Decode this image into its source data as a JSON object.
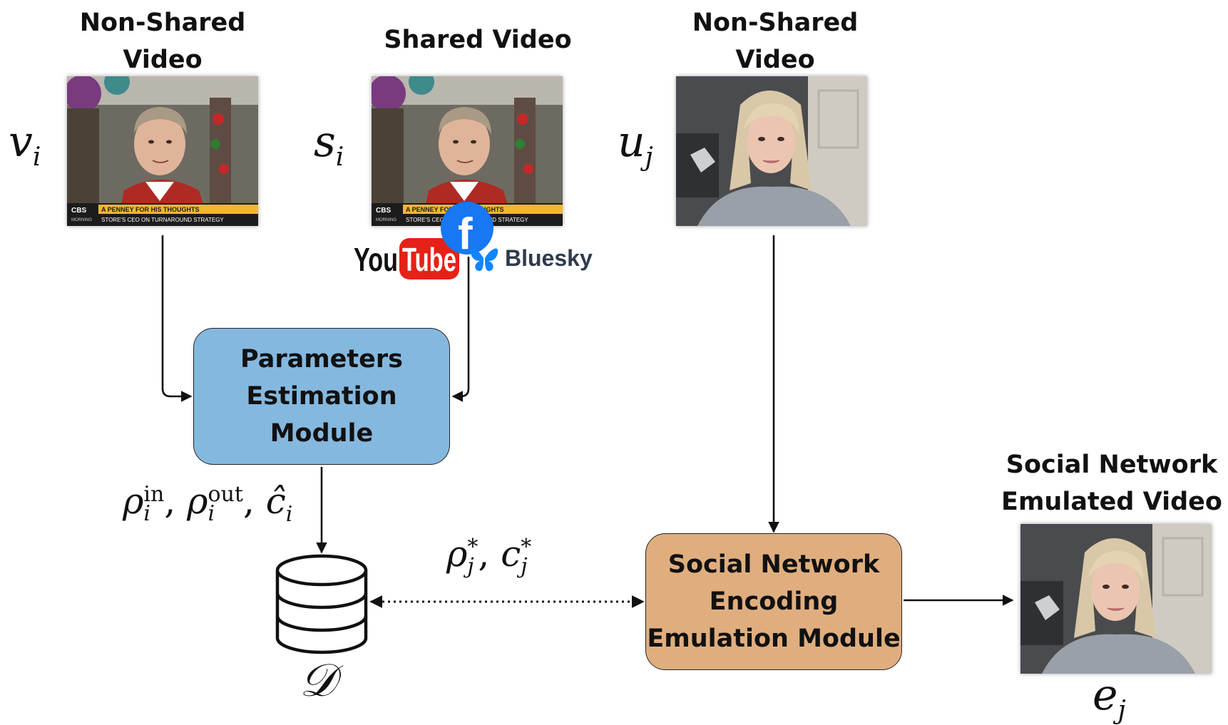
{
  "labels": {
    "left_title_1": "Non-Shared",
    "left_title_2": "Video",
    "mid_title": "Shared Video",
    "right_title_1": "Non-Shared",
    "right_title_2": "Video",
    "out_title_1": "Social Network",
    "out_title_2": "Emulated Video"
  },
  "symbols": {
    "v": "v",
    "v_sub": "i",
    "s": "s",
    "s_sub": "i",
    "u": "u",
    "u_sub": "j",
    "e": "e",
    "e_sub": "j",
    "db": "𝒟",
    "params_rho": "ρ",
    "params_i": "i",
    "params_in": "in",
    "params_out": "out",
    "params_c": "ĉ",
    "rho_star": "ρ",
    "c_star": "c",
    "star": "*",
    "j": "j"
  },
  "modules": {
    "estimation": {
      "line1": "Parameters",
      "line2": "Estimation",
      "line3": "Module",
      "color": "#85b8df"
    },
    "emulation": {
      "line1": "Social Network",
      "line2": "Encoding",
      "line3": "Emulation Module",
      "color": "#e0ae7e"
    }
  },
  "video_overlay": {
    "network": "CBS",
    "show": "MORNING",
    "headline": "A PENNEY FOR HIS THOUGHTS",
    "subline": "STORE'S CEO ON TURNAROUND STRATEGY"
  },
  "logos": {
    "youtube_you": "You",
    "youtube_tube": "Tube",
    "facebook": "f",
    "bluesky": "Bluesky"
  },
  "colors": {
    "youtube_red": "#e62117",
    "facebook_blue": "#1877f2",
    "bluesky_blue": "#1185fe"
  }
}
